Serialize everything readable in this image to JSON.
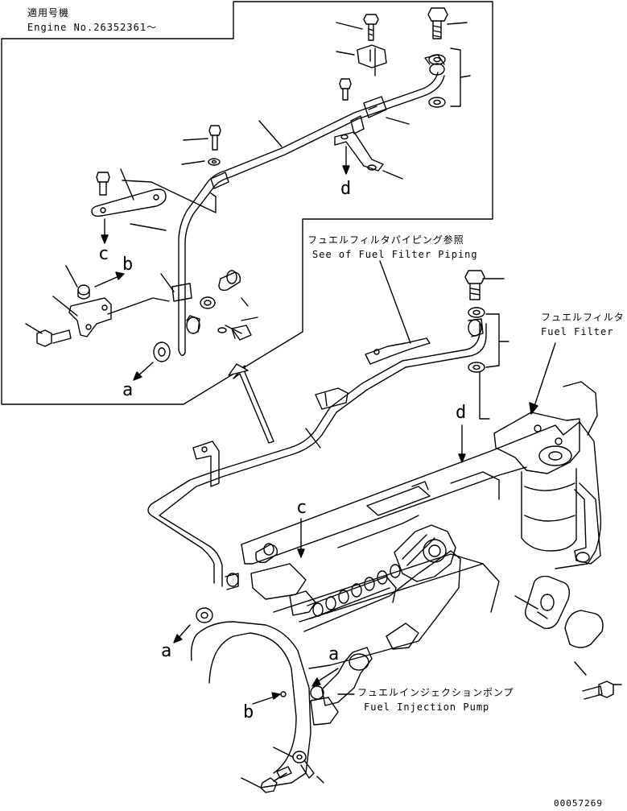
{
  "applicability": {
    "label_jp": "適用号機",
    "engine_no": "Engine No.26352361～"
  },
  "callouts": {
    "fuel_filter_piping_jp": "フュエルフィルタパイピング参照",
    "fuel_filter_piping_en": "See of Fuel Filter Piping",
    "fuel_filter_jp": "フュエルフィルタ",
    "fuel_filter_en": "Fuel Filter",
    "injection_pump_jp": "フュエルインジェクションポンプ",
    "injection_pump_en": "Fuel Injection Pump"
  },
  "refs": {
    "a": "a",
    "b": "b",
    "c": "c",
    "d": "d"
  },
  "drawing_number": "00057269"
}
